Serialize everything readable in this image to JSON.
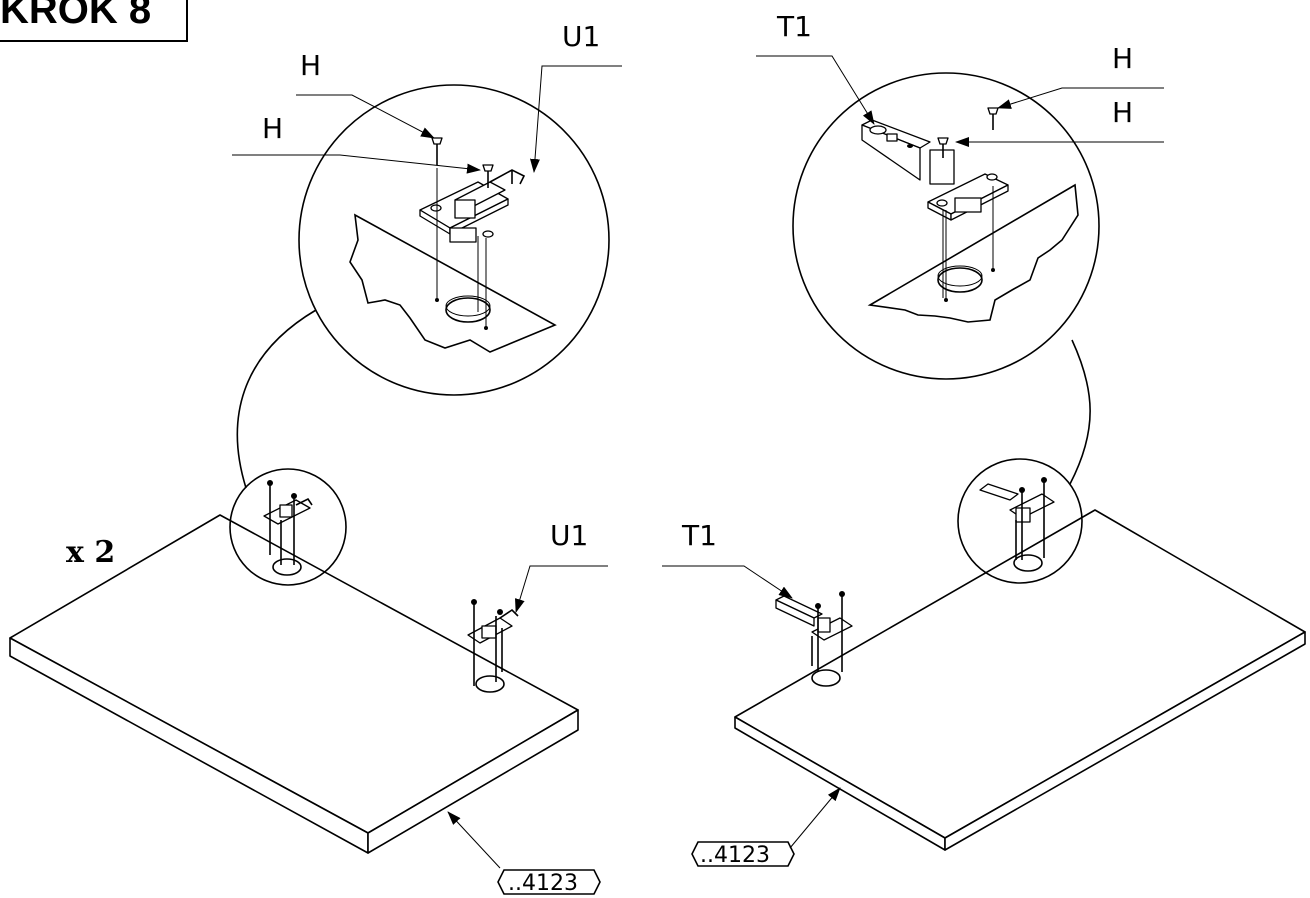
{
  "step": {
    "title": "KROK 8"
  },
  "quantity": "x 2",
  "labels": {
    "screw_h": "H",
    "mounting_plate": "U1",
    "hinge": "T1",
    "panel_ref": "..4123"
  }
}
